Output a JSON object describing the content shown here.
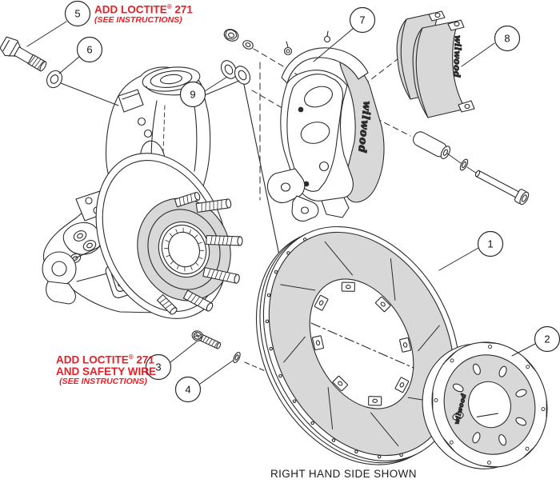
{
  "notes": {
    "top": {
      "part1": "ADD LOCTITE",
      "sup": "®",
      "part2": " 271",
      "line2": "(SEE INSTRUCTIONS)"
    },
    "bottom": {
      "part1": "ADD LOCTITE",
      "sup": "®",
      "part2": " 271",
      "line2": "AND SAFETY WIRE",
      "line3": "(SEE INSTRUCTIONS)"
    }
  },
  "caption": "RIGHT HAND SIDE SHOWN",
  "brand": "wilwood",
  "callout_numbers": [
    "1",
    "2",
    "3",
    "4",
    "5",
    "6",
    "7",
    "8",
    "9"
  ],
  "colors": {
    "annotation_red": "#ed1c24",
    "line": "#2b2b2b",
    "shade_gray": "#d8d8d8",
    "background": "#ffffff"
  }
}
